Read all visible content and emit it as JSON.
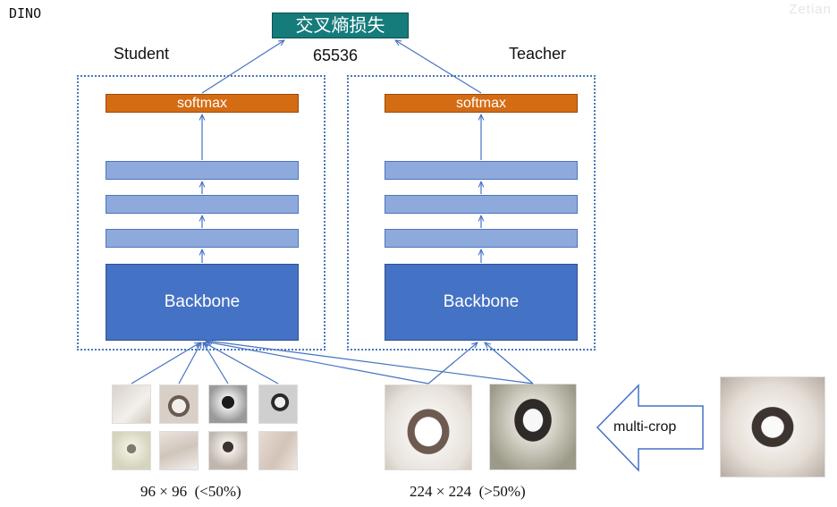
{
  "slide_title": "DINO",
  "watermark": "Zetian",
  "loss_label": "交叉熵损失",
  "student_label": "Student",
  "teacher_label": "Teacher",
  "dim_label": "65536",
  "softmax_label": "softmax",
  "backbone_label": "Backbone",
  "multicrop_label": "multi-crop",
  "student_caption": "96 × 96  (<50%)",
  "teacher_caption": "224 × 224  (>50%)",
  "colors": {
    "loss": "#167b7b",
    "softmax": "#d46c14",
    "layer": "#8eaadc",
    "backbone": "#4472c4",
    "arrow": "#4472c4"
  }
}
